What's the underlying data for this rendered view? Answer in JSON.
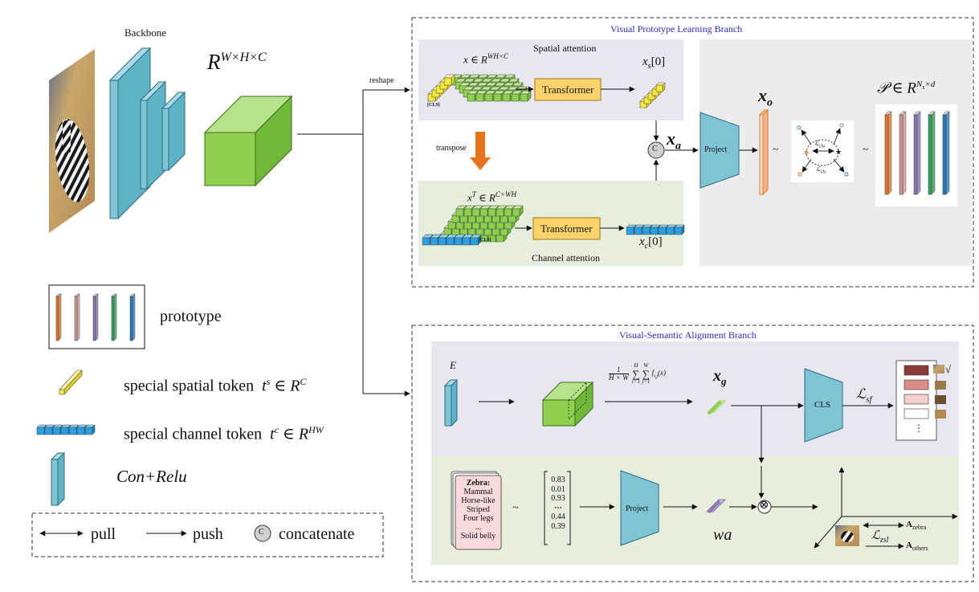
{
  "backbone": {
    "title": "Backbone",
    "feature_shape": "R",
    "feature_sup": "W×H×C",
    "reshape": "reshape"
  },
  "vpl_branch": {
    "title": "Visual Prototype Learning Branch",
    "spatial": {
      "title": "Spatial attention",
      "input": "x ∈ R",
      "input_sup": "WH×C",
      "cls": "[CLS]",
      "transformer": "Transformer",
      "output": "x",
      "output_sub": "s",
      "output_suffix": "[0]"
    },
    "transpose": "transpose",
    "channel": {
      "title": "Channel attention",
      "input": "x",
      "input_sup": "T",
      "input_mid": " ∈ R",
      "input_sup2": "C×WH",
      "cls": "[CLS]",
      "transformer": "Transformer",
      "output": "x",
      "output_sub": "c",
      "output_suffix": "[0]"
    },
    "concat_symbol": "C",
    "xa": "x",
    "xa_sub": "a",
    "project": "Project",
    "xo": "x",
    "xo_sub": "o",
    "tilde1": "~",
    "tilde2": "~",
    "l_clu": "ℒ",
    "l_clu_sub": "clu",
    "l_cls": "ℒ",
    "l_cls_sub": "cls",
    "prototypes": "𝒫 ∈ R",
    "prototypes_sup": "N",
    "prototypes_sup_sub": "s",
    "prototypes_sup2": "×d",
    "prototype_colors": [
      "#e07a2e",
      "#cf9a98",
      "#8b79b3",
      "#35a15c",
      "#2a7ab8"
    ]
  },
  "vsa_branch": {
    "title": "Visual-Semantic Alignment Branch",
    "E": "E",
    "pool_num": "1",
    "pool_den": "H × W",
    "pool_sum1_top": "H",
    "pool_sum1_bot": "i=1",
    "pool_sum2_top": "W",
    "pool_sum2_bot": "j=1",
    "pool_f": "f",
    "pool_f_sub": "i,j",
    "pool_arg": "(x)",
    "xg": "x",
    "xg_sub": "g",
    "cls": "CLS",
    "lsf": "ℒ",
    "lsf_sub": "sf",
    "check": "√",
    "more": "⋮",
    "zebra_card": {
      "title": "Zebra:",
      "lines": [
        "Mammal",
        "Horse-like",
        "Striped",
        "Four legs",
        "...",
        "Solid belly"
      ]
    },
    "tilde": "~",
    "vector": [
      "0.83",
      "0.01",
      "0.93",
      "⋯",
      "0.44",
      "0.39"
    ],
    "project": "Project",
    "wa": "wa",
    "otimes": "⊗",
    "lzsl": "ℒ",
    "lzsl_sub": "zsl",
    "a_zebra": "A",
    "a_zebra_sub": "zebra",
    "a_others": "A",
    "a_others_sub": "others",
    "class_colors": [
      "#8b3a3a",
      "#d98b85",
      "#f0cfcc",
      "#ffffff"
    ]
  },
  "legend": {
    "prototype": "prototype",
    "spatial_token": "special spatial token",
    "spatial_token_math": "t",
    "spatial_token_sup": "s",
    "spatial_token_rest": " ∈ R",
    "spatial_token_sup2": "C",
    "channel_token": "special channel token",
    "channel_token_math": "t",
    "channel_token_sup": "c",
    "channel_token_rest": " ∈ R",
    "channel_token_sup2": "HW",
    "conv": "Con+Relu",
    "pull": "pull",
    "push": "push",
    "concatenate": "concatenate",
    "concat_symbol": "C"
  },
  "colors": {
    "feature_cube": "#8fd14f",
    "conv_block": "#7ec4d4",
    "transformer": "#fcd36b",
    "project": "#7ec4d4",
    "spatial_token": "#f5e83c",
    "channel_token": "#2aa0e0",
    "spatial_panel": "#e8e6f0",
    "channel_panel": "#e6efdc",
    "right_panel": "#ececec",
    "arrow_orange": "#e5731e"
  }
}
